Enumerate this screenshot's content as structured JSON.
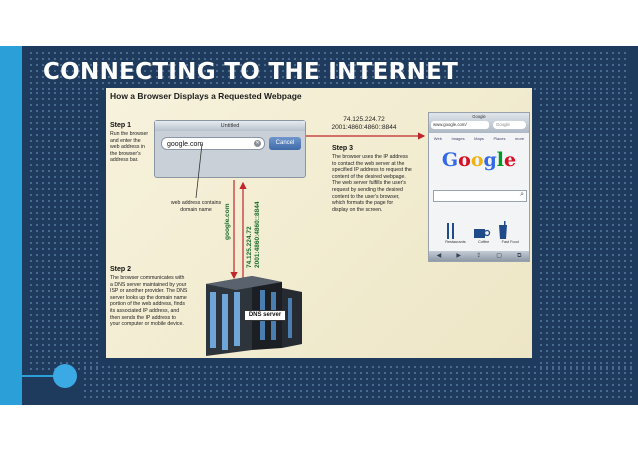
{
  "slide": {
    "title": "CONNECTING TO THE INTERNET"
  },
  "figure": {
    "title": "How a Browser Displays a Requested Webpage",
    "step1": {
      "heading": "Step 1",
      "text": "Run the browser\nand enter the\nweb address in\nthe browser's\naddress bar."
    },
    "step2": {
      "heading": "Step 2",
      "text": "The browser communicates with\na DNS server maintained by your\nISP or another provider. The DNS\nserver looks up the domain name\nportion of the web address, finds\nits associated IP address, and\nthen sends the IP address to\nyour computer or mobile device."
    },
    "step3": {
      "heading": "Step 3",
      "text": "The browser uses the IP address\nto contact the web server at the\nspecified IP address to request the\ncontent of the desired webpage.\nThe web server fulfills the user's\nrequest by sending the desired\ncontent to the user's browser,\nwhich formats the page for\ndisplay on the screen."
    },
    "browser": {
      "window_title": "Untitled",
      "address_value": "google.com",
      "clear_glyph": "✕",
      "cancel_label": "Cancel"
    },
    "callout": "web address contains\ndomain name",
    "ip_top": "74.125.224.72\n2001:4860:4860::8844",
    "vertical_domain": "google.com",
    "vertical_ip1": "74.125.224.72",
    "vertical_ip2": "2001:4860:4860::8844",
    "server_label": "DNS server",
    "phone": {
      "header": "Google",
      "url": "www.google.com/",
      "search_placeholder": "Google",
      "tabs": [
        "Web",
        "Images",
        "Maps",
        "Places",
        "more"
      ],
      "logo_letters": [
        "G",
        "o",
        "o",
        "g",
        "l",
        "e"
      ],
      "logo_colors": [
        "#3369e8",
        "#d50f25",
        "#eeb211",
        "#3369e8",
        "#009925",
        "#d50f25"
      ],
      "icon_labels": [
        "Restaurants",
        "Coffee",
        "Fast Food"
      ],
      "nav_glyphs": [
        "◀",
        "▶",
        "⇪",
        "▢",
        "⧉"
      ]
    }
  },
  "colors": {
    "slide_bg": "#1e3a5c",
    "accent": "#2a9fd8",
    "arrow_red": "#c0262b"
  }
}
